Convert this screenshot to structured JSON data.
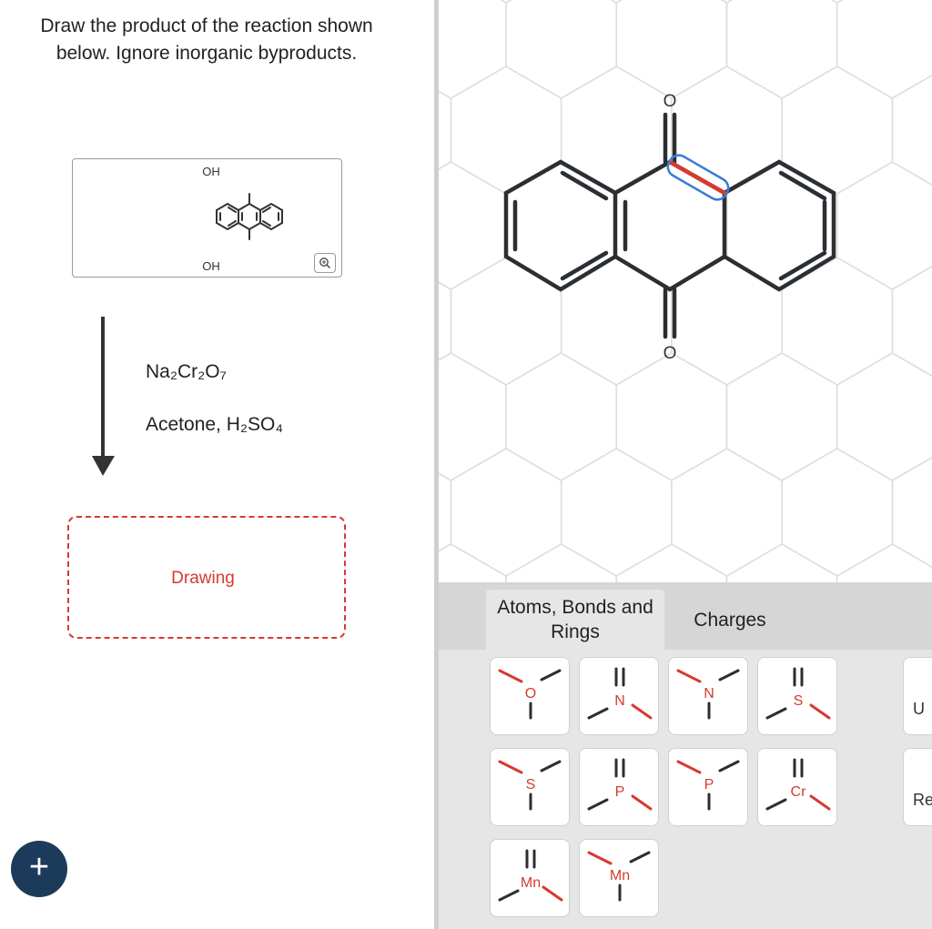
{
  "question": {
    "line1": "Draw the product of the reaction shown",
    "line2": "below. Ignore inorganic byproducts."
  },
  "reactant": {
    "top_label": "OH",
    "bottom_label": "OH"
  },
  "reagents": {
    "first": "Na₂Cr₂O₇",
    "second": "Acetone, H₂SO₄"
  },
  "product_placeholder": "Drawing",
  "add_button": "+",
  "canvas": {
    "top_oxygen": "O",
    "bottom_oxygen": "O",
    "selection_color": "#3b7bd8",
    "highlight_bond_color": "#d63a2f"
  },
  "tabs": {
    "atoms": "Atoms, Bonds and Rings",
    "charges": "Charges"
  },
  "tools": [
    {
      "label": "O"
    },
    {
      "label": "N"
    },
    {
      "label": "N"
    },
    {
      "label": "S"
    },
    {
      "label": "S"
    },
    {
      "label": "P"
    },
    {
      "label": "P"
    },
    {
      "label": "Cr"
    },
    {
      "label": "Mn"
    },
    {
      "label": "Mn"
    }
  ],
  "side_tools": [
    {
      "label": "U"
    },
    {
      "label": "Re"
    }
  ],
  "colors": {
    "accent_red": "#d63a2f",
    "dark_blue": "#1c3b5a",
    "bond": "#2b2f33"
  }
}
